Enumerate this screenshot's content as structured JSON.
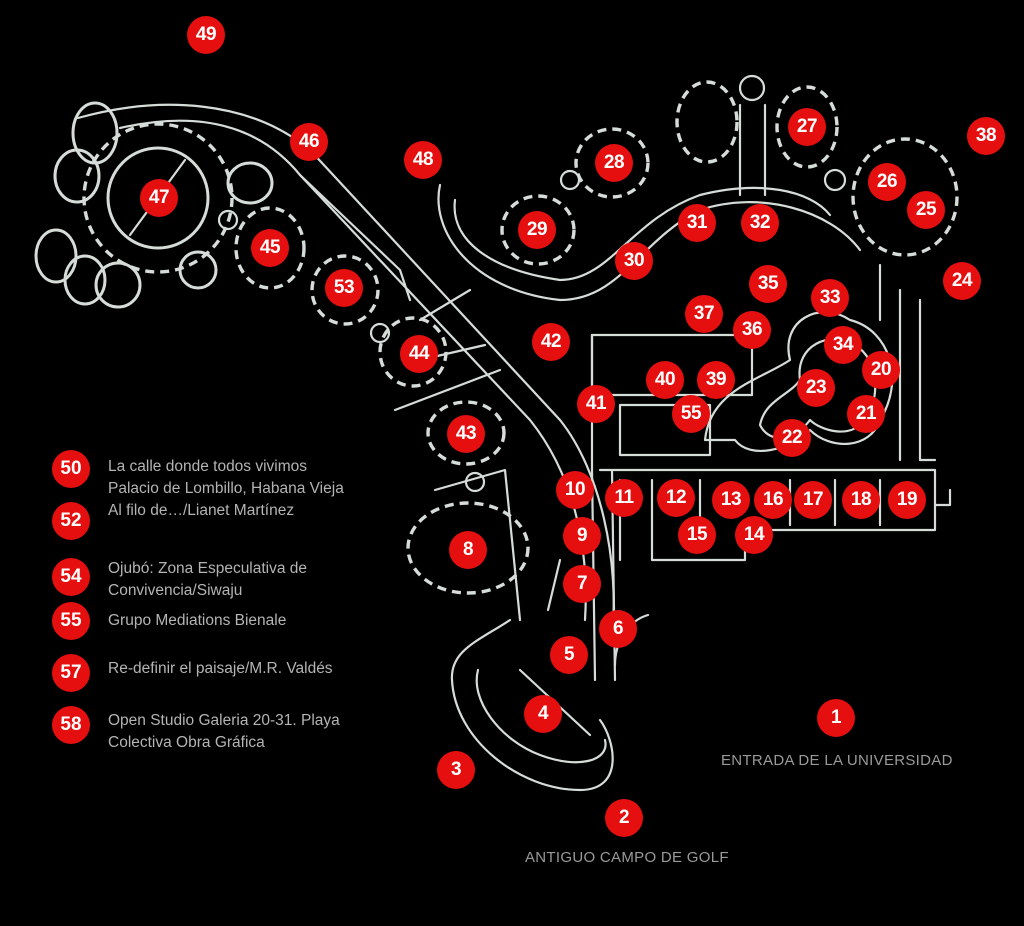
{
  "map": {
    "accent_color": "#e50f0f",
    "line_color": "#d6ddd9",
    "background_color": "#000000",
    "markers": [
      {
        "id": "1",
        "label": "1"
      },
      {
        "id": "2",
        "label": "2"
      },
      {
        "id": "3",
        "label": "3"
      },
      {
        "id": "4",
        "label": "4"
      },
      {
        "id": "5",
        "label": "5"
      },
      {
        "id": "6",
        "label": "6"
      },
      {
        "id": "7",
        "label": "7"
      },
      {
        "id": "8",
        "label": "8"
      },
      {
        "id": "9",
        "label": "9"
      },
      {
        "id": "10",
        "label": "10"
      },
      {
        "id": "11",
        "label": "11"
      },
      {
        "id": "12",
        "label": "12"
      },
      {
        "id": "13",
        "label": "13"
      },
      {
        "id": "14",
        "label": "14"
      },
      {
        "id": "15",
        "label": "15"
      },
      {
        "id": "16",
        "label": "16"
      },
      {
        "id": "17",
        "label": "17"
      },
      {
        "id": "18",
        "label": "18"
      },
      {
        "id": "19",
        "label": "19"
      },
      {
        "id": "20",
        "label": "20"
      },
      {
        "id": "21",
        "label": "21"
      },
      {
        "id": "22",
        "label": "22"
      },
      {
        "id": "23",
        "label": "23"
      },
      {
        "id": "24",
        "label": "24"
      },
      {
        "id": "25",
        "label": "25"
      },
      {
        "id": "26",
        "label": "26"
      },
      {
        "id": "27",
        "label": "27"
      },
      {
        "id": "28",
        "label": "28"
      },
      {
        "id": "29",
        "label": "29"
      },
      {
        "id": "30",
        "label": "30"
      },
      {
        "id": "31",
        "label": "31"
      },
      {
        "id": "32",
        "label": "32"
      },
      {
        "id": "33",
        "label": "33"
      },
      {
        "id": "34",
        "label": "34"
      },
      {
        "id": "35",
        "label": "35"
      },
      {
        "id": "36",
        "label": "36"
      },
      {
        "id": "37",
        "label": "37"
      },
      {
        "id": "38",
        "label": "38"
      },
      {
        "id": "39",
        "label": "39"
      },
      {
        "id": "40",
        "label": "40"
      },
      {
        "id": "41",
        "label": "41"
      },
      {
        "id": "42",
        "label": "42"
      },
      {
        "id": "43",
        "label": "43"
      },
      {
        "id": "44",
        "label": "44"
      },
      {
        "id": "45",
        "label": "45"
      },
      {
        "id": "46",
        "label": "46"
      },
      {
        "id": "47",
        "label": "47"
      },
      {
        "id": "48",
        "label": "48"
      },
      {
        "id": "49",
        "label": "49"
      },
      {
        "id": "53",
        "label": "53"
      },
      {
        "id": "55",
        "label": "55"
      }
    ],
    "place_labels": {
      "entrance": "ENTRADA DE LA UNIVERSIDAD",
      "golf": "ANTIGUO CAMPO DE GOLF"
    }
  },
  "legend": [
    {
      "number": "50",
      "lines": [
        "La calle donde todos vivimos",
        "Palacio de Lombillo, Habana Vieja"
      ]
    },
    {
      "number": "52",
      "lines": [
        "Al filo de…/Lianet Martínez"
      ]
    },
    {
      "number": "54",
      "lines": [
        "Ojubó: Zona Especulativa de",
        "Convivencia/Siwaju"
      ]
    },
    {
      "number": "55",
      "lines": [
        "Grupo Mediations Bienale"
      ]
    },
    {
      "number": "57",
      "lines": [
        "Re-definir el paisaje/M.R. Valdés"
      ]
    },
    {
      "number": "58",
      "lines": [
        "Open Studio Galeria 20-31. Playa",
        "Colectiva Obra Gráfica"
      ]
    }
  ]
}
